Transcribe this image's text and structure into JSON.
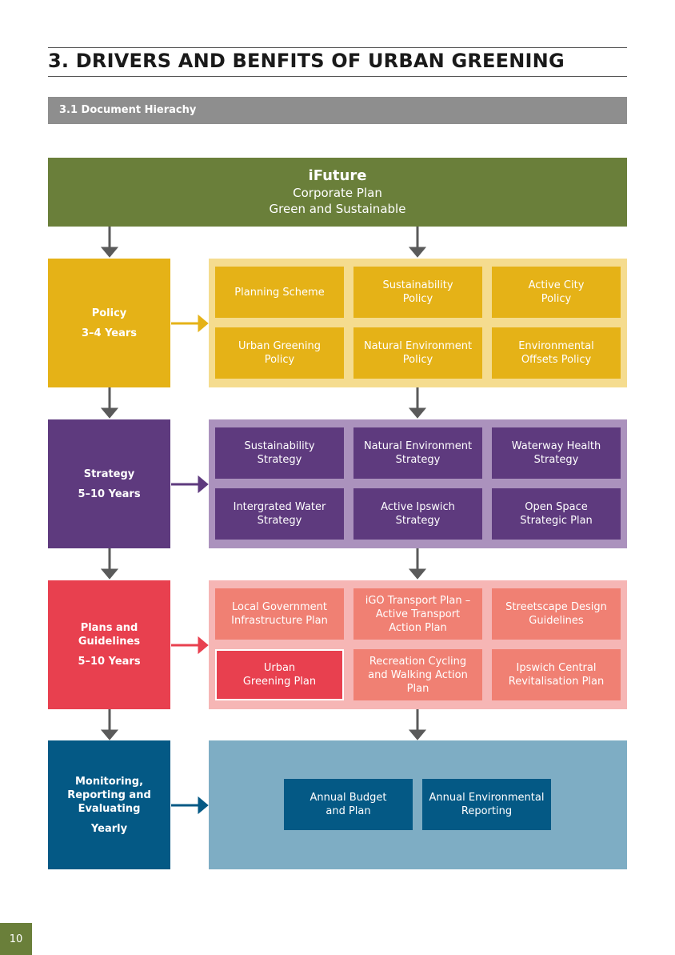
{
  "header": {
    "title": "3. DRIVERS AND BENFITS OF URBAN GREENING",
    "section": "3.1 Document Hierachy"
  },
  "top_banner": {
    "line1": "iFuture",
    "line2": "Corporate Plan",
    "line3": "Green and Sustainable"
  },
  "levels": [
    {
      "name": "Policy",
      "period": "3–4 Years",
      "color": "#e5b217",
      "panel_color": "#f5dc8f",
      "cell_color": "#e5b217",
      "cells": [
        "Planning Scheme",
        "Sustainability Policy",
        "Active City Policy",
        "Urban Greening Policy",
        "Natural Environment Policy",
        "Environmental Offsets Policy"
      ]
    },
    {
      "name": "Strategy",
      "period": "5–10 Years",
      "color": "#5e3a7e",
      "panel_color": "#ab92bd",
      "cell_color": "#5e3a7e",
      "cells": [
        "Sustainability Strategy",
        "Natural Environment Strategy",
        "Waterway Health Strategy",
        "Intergrated Water Strategy",
        "Active Ipswich Strategy",
        "Open Space Strategic Plan"
      ]
    },
    {
      "name": "Plans and Guidelines",
      "period": "5–10 Years",
      "color": "#e8404f",
      "panel_color": "#f6b6b5",
      "cell_color": "#f08073",
      "highlight_color": "#e8404f",
      "cells": [
        "Local Government Infrastructure Plan",
        "iGO Transport Plan – Active Transport Action Plan",
        "Streetscape Design Guidelines",
        "Urban Greening Plan",
        "Recreation Cycling and Walking Action Plan",
        "Ipswich Central Revitalisation Plan"
      ]
    },
    {
      "name": "Monitoring, Reporting and Evaluating",
      "period": "Yearly",
      "color": "#045985",
      "panel_color": "#7eadc4",
      "cell_color": "#045985",
      "cells": [
        "Annual Budget and Plan",
        "Annual Environmental Reporting"
      ]
    }
  ],
  "colors": {
    "arrow_gray": "#5a5a5a",
    "banner_green": "#6a7f3a"
  },
  "page_number": "10"
}
